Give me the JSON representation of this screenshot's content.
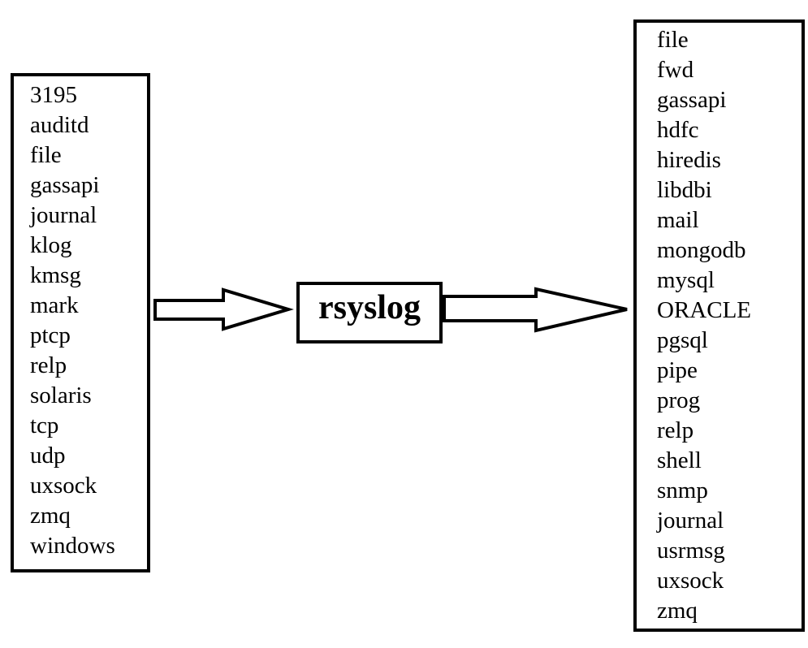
{
  "inputs": [
    "3195",
    "auditd",
    "file",
    "gassapi",
    "journal",
    "klog",
    "kmsg",
    "mark",
    "ptcp",
    "relp",
    "solaris",
    "tcp",
    "udp",
    "uxsock",
    "zmq",
    "windows"
  ],
  "center": {
    "label": "rsyslog"
  },
  "outputs": [
    "file",
    "fwd",
    "gassapi",
    "hdfc",
    "hiredis",
    "libdbi",
    "mail",
    "mongodb",
    "mysql",
    "ORACLE",
    "pgsql",
    "pipe",
    "prog",
    "relp",
    "shell",
    "snmp",
    "journal",
    "usrmsg",
    "uxsock",
    "zmq"
  ],
  "arrows": [
    {
      "name": "input-to-rsyslog-arrow",
      "icon": "right-arrow-icon"
    },
    {
      "name": "rsyslog-to-output-arrow",
      "icon": "right-arrow-icon"
    }
  ]
}
